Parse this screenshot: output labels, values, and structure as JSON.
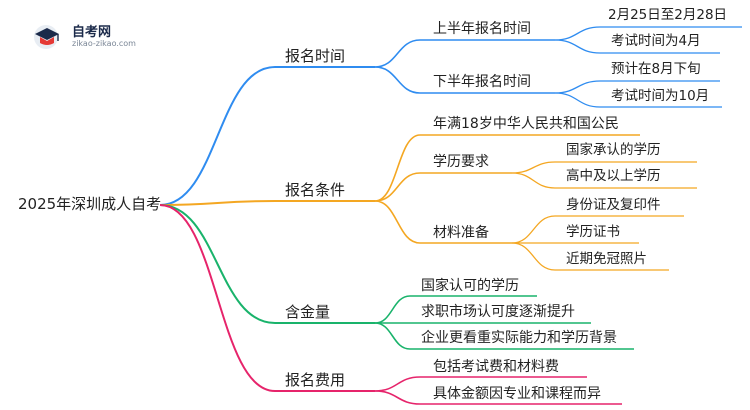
{
  "logo": {
    "brand": "自考网",
    "url": "zikao-zikao.com"
  },
  "root": {
    "label": "2025年深圳成人自考"
  },
  "branches": [
    {
      "label": "报名时间",
      "color": "#2f8cf0",
      "children": [
        {
          "label": "上半年报名时间",
          "children": [
            "2月25日至2月28日",
            "考试时间为4月"
          ]
        },
        {
          "label": "下半年报名时间",
          "children": [
            "预计在8月下旬",
            "考试时间为10月"
          ]
        }
      ]
    },
    {
      "label": "报名条件",
      "color": "#f4a722",
      "children": [
        {
          "label": "年满18岁中华人民共和国公民",
          "children": []
        },
        {
          "label": "学历要求",
          "children": [
            "国家承认的学历",
            "高中及以上学历"
          ]
        },
        {
          "label": "材料准备",
          "children": [
            "身份证及复印件",
            "学历证书",
            "近期免冠照片"
          ]
        }
      ]
    },
    {
      "label": "含金量",
      "color": "#19b36b",
      "children": [
        {
          "label": "国家认可的学历",
          "children": []
        },
        {
          "label": "求职市场认可度逐渐提升",
          "children": []
        },
        {
          "label": "企业更看重实际能力和学历背景",
          "children": []
        }
      ]
    },
    {
      "label": "报名费用",
      "color": "#e6246b",
      "children": [
        {
          "label": "包括考试费和材料费",
          "children": []
        },
        {
          "label": "具体金额因专业和课程而异",
          "children": []
        }
      ]
    }
  ]
}
